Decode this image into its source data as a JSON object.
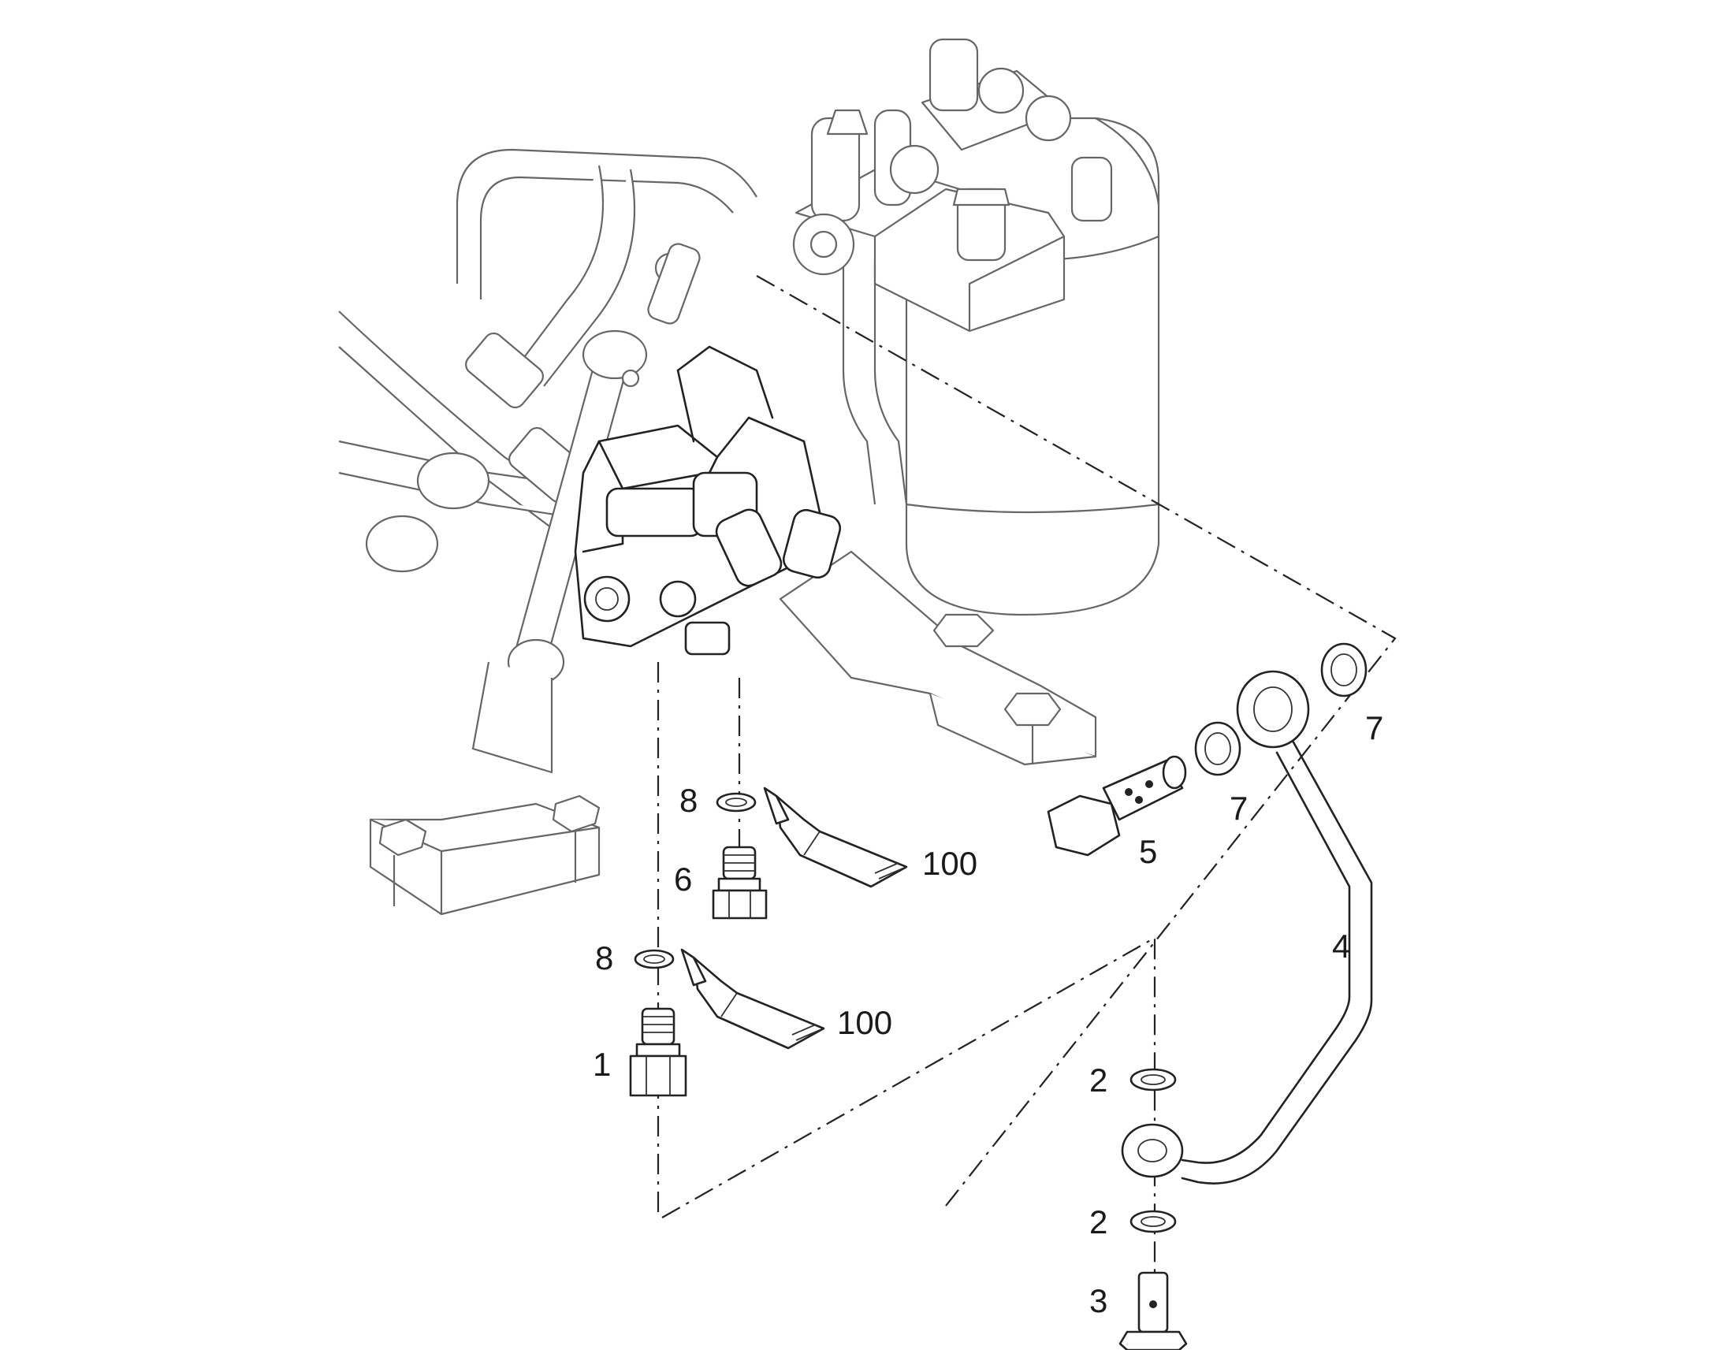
{
  "callouts": {
    "c1": "1",
    "c2a": "2",
    "c2b": "2",
    "c3": "3",
    "c4": "4",
    "c5": "5",
    "c6": "6",
    "c7a": "7",
    "c7b": "7",
    "c8a": "8",
    "c8b": "8",
    "c100a": "100",
    "c100b": "100"
  },
  "colors": {
    "line": "#222222",
    "background": "#ffffff"
  }
}
